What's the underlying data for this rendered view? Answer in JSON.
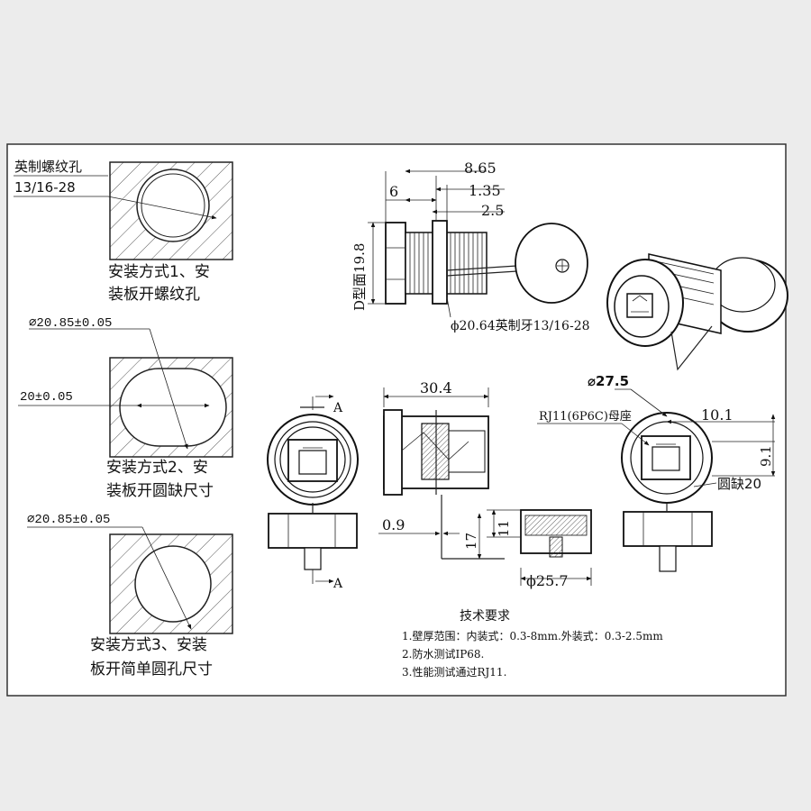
{
  "left_column": {
    "thread_hole_title_1": "英制螺纹孔",
    "thread_hole_title_2": "13/16-28",
    "method1_line1": "安装方式1、安",
    "method1_line2": "装板开螺纹孔",
    "method2_dia": "⌀20.85±0.05",
    "method2_width": "20±0.05",
    "method2_line1": "安装方式2、安",
    "method2_line2": "装板开圆缺尺寸",
    "method3_dia": "⌀20.85±0.05",
    "method3_line1": "安装方式3、安装",
    "method3_line2": "板开简单圆孔尺寸"
  },
  "side_view": {
    "dim_865": "8.65",
    "dim_6": "6",
    "dim_135": "1.35",
    "dim_25": "2.5",
    "d_face_label": "D型面19.8",
    "thread_label": "ϕ20.64英制牙13/16-28"
  },
  "section_view": {
    "dim_304": "30.4",
    "dim_09": "0.9",
    "dim_17": "17",
    "dim_11": "11",
    "dim_257": "ϕ25.7",
    "section_a_top": "A",
    "section_a_bottom": "A"
  },
  "rear_view": {
    "dia_275": "⌀27.5",
    "rj11_label": "RJ11(6P6C)母座",
    "dim_101": "10.1",
    "dim_91": "9.1",
    "notch_label": "圆缺20"
  },
  "tech": {
    "title": "技术要求",
    "item1": "1.壁厚范围：内装式：0.3-8mm.外装式：0.3-2.5mm",
    "item2": "2.防水测试IP68.",
    "item3": "3.性能测试通过RJ11."
  }
}
